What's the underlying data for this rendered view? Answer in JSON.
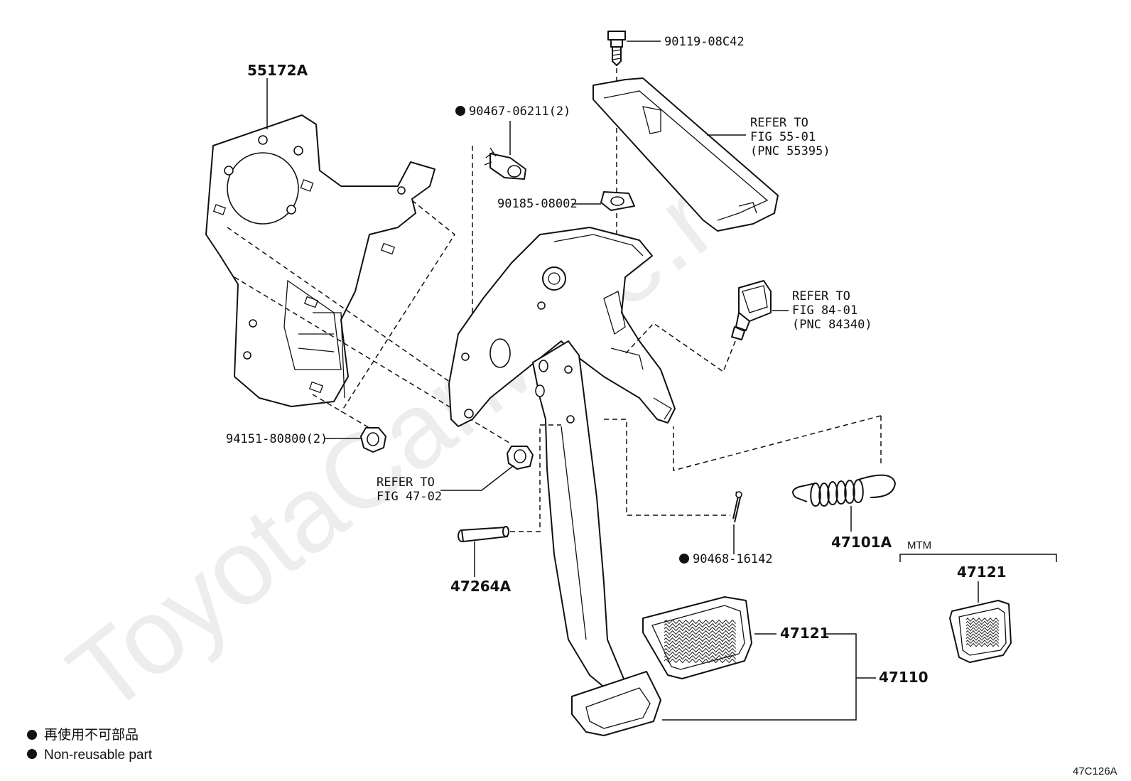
{
  "watermark": "ToyotaCarMine.ru",
  "figure_code": "47C126A",
  "labels": {
    "bracket": "55172A",
    "bolt_top": "90119-08C42",
    "clip": "90467-06211(2)",
    "refer_55_line1": "REFER TO",
    "refer_55_line2": "FIG 55-01",
    "refer_55_line3": "(PNC 55395)",
    "nut_plate": "90185-08002",
    "refer_84_line1": "REFER TO",
    "refer_84_line2": "FIG 84-01",
    "refer_84_line3": "(PNC 84340)",
    "nut": "94151-80800(2)",
    "refer_47_line1": "REFER TO",
    "refer_47_line2": "FIG 47-02",
    "spring": "47101A",
    "cotter_pin": "90468-16142",
    "pin": "47264A",
    "mtm": "MTM",
    "pad_mtm": "47121",
    "pad": "47121",
    "pedal_assy": "47110"
  },
  "legend": {
    "line1": "再使用不可部品",
    "line2": "Non-reusable part"
  }
}
